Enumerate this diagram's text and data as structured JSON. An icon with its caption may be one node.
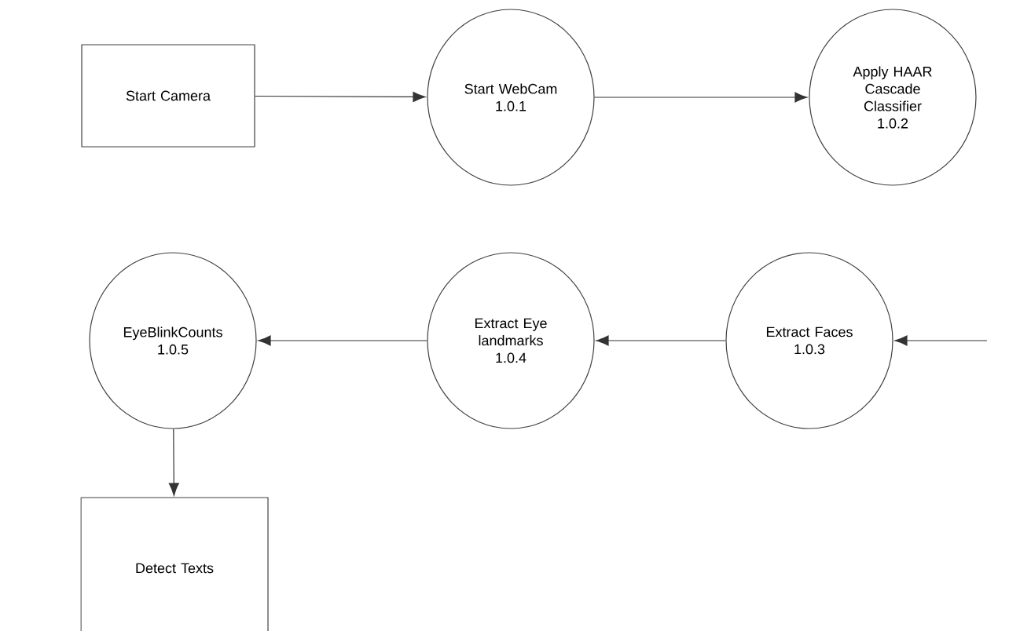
{
  "diagram": {
    "nodes": [
      {
        "text": [
          "Start Camera"
        ]
      },
      {
        "text": [
          "Start WebCam",
          "1.0.1"
        ]
      },
      {
        "text": [
          "Apply HAAR Cascade Classifier",
          "1.0.2"
        ]
      },
      {
        "text": [
          "Extract Faces",
          "1.0.3"
        ]
      },
      {
        "text": [
          "Extract Eye landmarks",
          "1.0.4"
        ]
      },
      {
        "text": [
          "EyeBlinkCounts",
          "1.0.5"
        ]
      },
      {
        "text": [
          "Detect Texts"
        ]
      }
    ],
    "edges": [
      {
        "from": 0,
        "to": 1,
        "arrow": "to"
      },
      {
        "from": 1,
        "to": 2,
        "arrow": "to"
      },
      {
        "from": null,
        "to": 3,
        "arrow": "to"
      },
      {
        "from": 3,
        "to": 4,
        "arrow": "to"
      },
      {
        "from": 4,
        "to": 5,
        "arrow": "to"
      },
      {
        "from": 5,
        "to": 6,
        "arrow": "to"
      }
    ]
  }
}
